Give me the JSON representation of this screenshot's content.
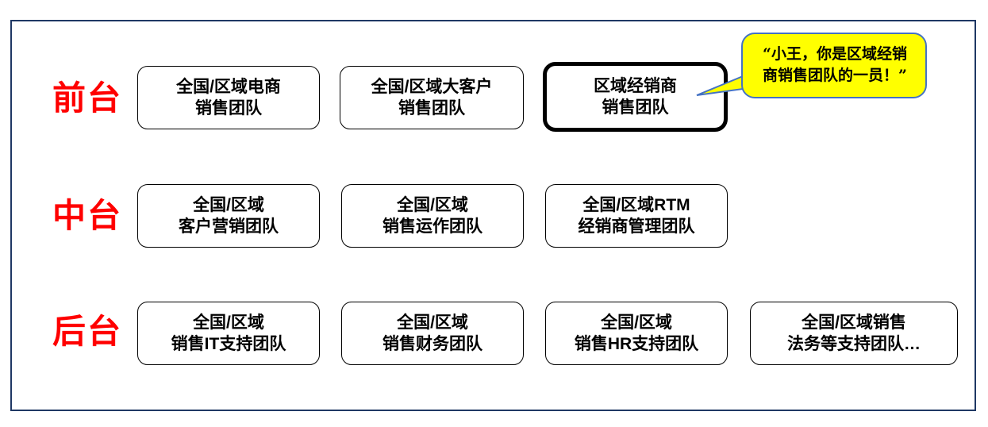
{
  "colors": {
    "frame_border": "#1F3864",
    "row_label": "#FF0000",
    "box_border": "#000000",
    "box_fill": "#FFFFFF",
    "callout_fill": "#FFFF00",
    "callout_border": "#4472C4"
  },
  "rows": [
    {
      "label": "前台",
      "boxes": [
        {
          "text": "全国/区域电商\n销售团队"
        },
        {
          "text": "全国/区域大客户\n销售团队"
        },
        {
          "text": "区域经销商\n销售团队",
          "highlighted": true
        }
      ]
    },
    {
      "label": "中台",
      "boxes": [
        {
          "text": "全国/区域\n客户营销团队"
        },
        {
          "text": "全国/区域\n销售运作团队"
        },
        {
          "text": "全国/区域RTM\n经销商管理团队"
        }
      ]
    },
    {
      "label": "后台",
      "boxes": [
        {
          "text": "全国/区域\n销售IT支持团队"
        },
        {
          "text": "全国/区域\n销售财务团队"
        },
        {
          "text": "全国/区域\n销售HR支持团队"
        },
        {
          "text": "全国/区域销售\n法务等支持团队…"
        }
      ]
    }
  ],
  "callout": {
    "text": "“小王，你是区域经销\n商销售团队的一员！”"
  }
}
